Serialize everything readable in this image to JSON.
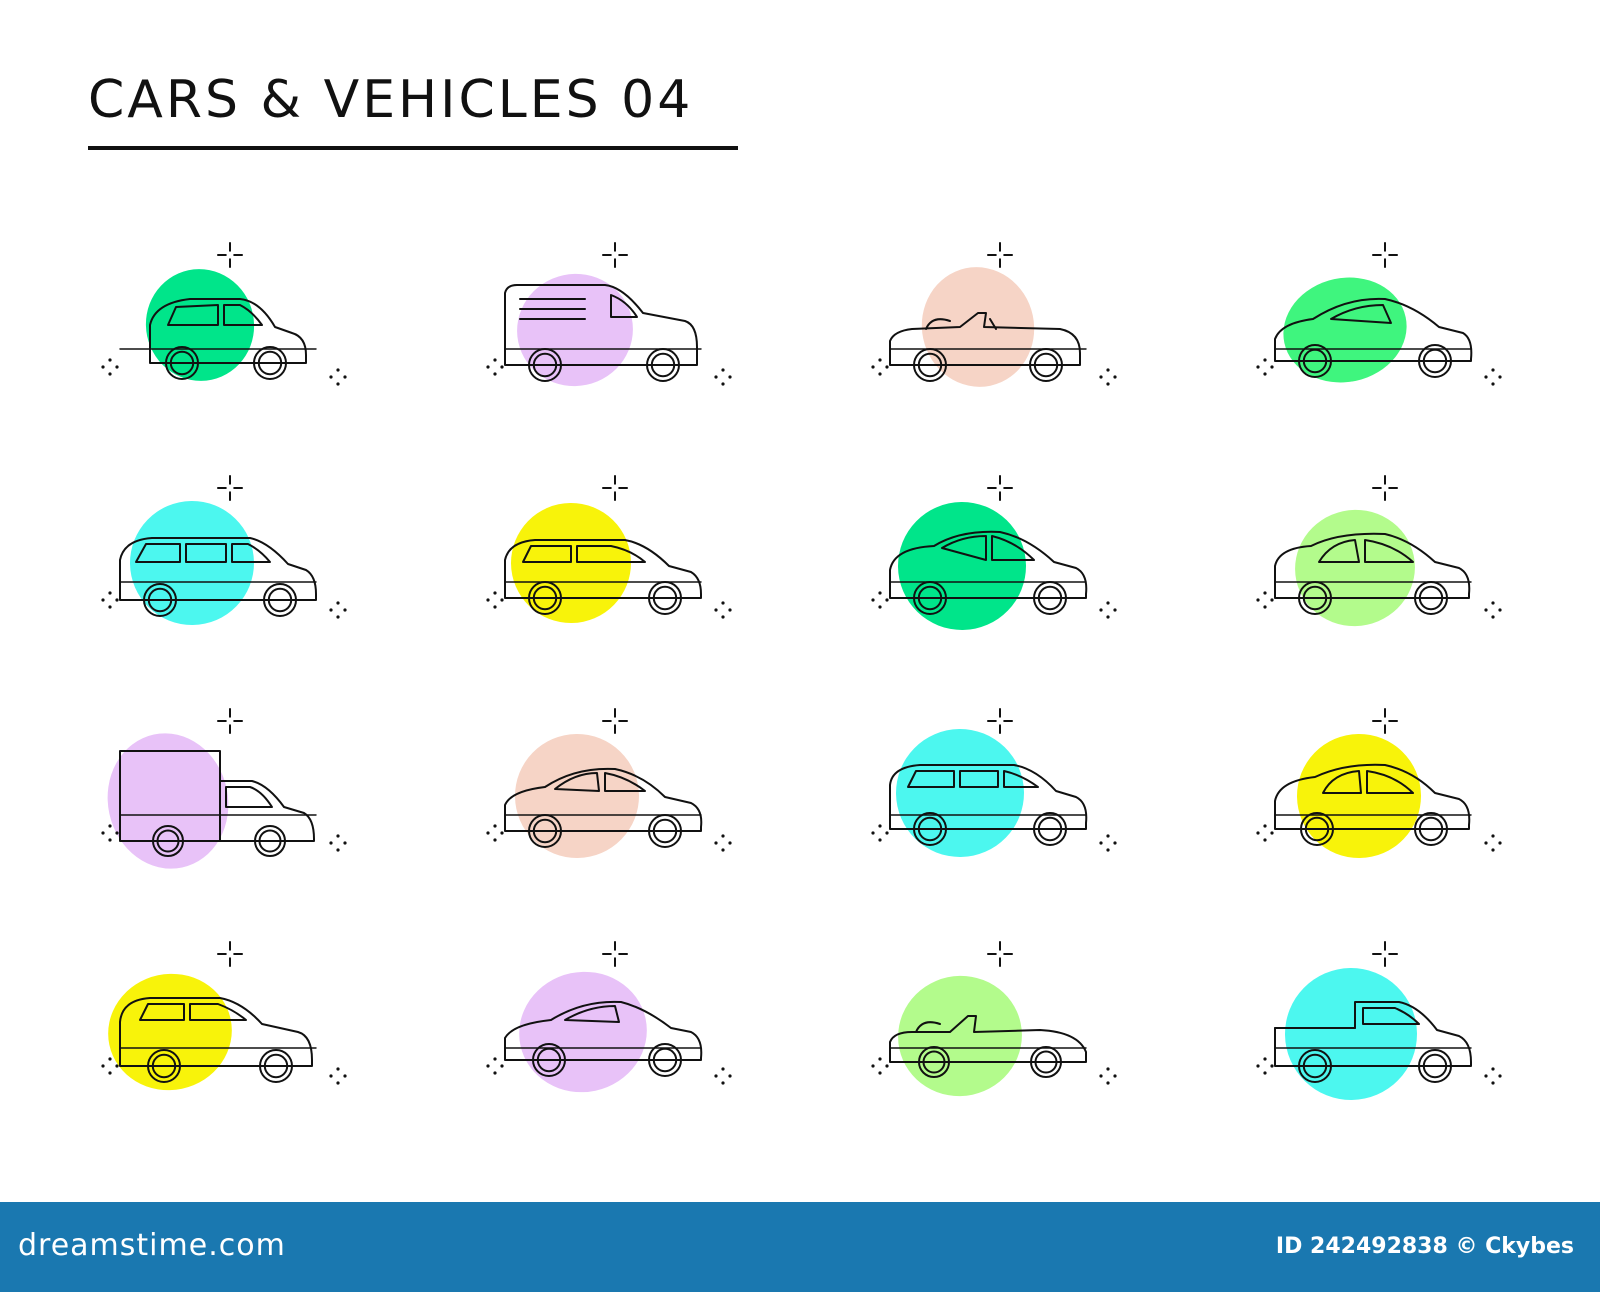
{
  "header": {
    "title": "CARS & VEHICLES 04"
  },
  "footer": {
    "brand": "dreamstime.com",
    "credit": "ID 242492838 © Ckybes"
  },
  "colors": {
    "green": "#00e58a",
    "lime": "#b3fb8c",
    "cyan": "#4cf7ef",
    "yellow": "#f8f30a",
    "lilac": "#e8c2f8",
    "peach": "#f6d4c6",
    "mint": "#3ff57e",
    "line": "#111111",
    "footer": "#1a78b0"
  },
  "icons": [
    {
      "vehicle": "hatchback-icon",
      "blob": "green"
    },
    {
      "vehicle": "delivery-van-icon",
      "blob": "lilac"
    },
    {
      "vehicle": "convertible-icon",
      "blob": "peach"
    },
    {
      "vehicle": "sports-coupe-icon",
      "blob": "mint"
    },
    {
      "vehicle": "station-wagon-icon",
      "blob": "cyan"
    },
    {
      "vehicle": "estate-car-icon",
      "blob": "yellow"
    },
    {
      "vehicle": "liftback-icon",
      "blob": "green"
    },
    {
      "vehicle": "compact-car-icon",
      "blob": "lime"
    },
    {
      "vehicle": "box-truck-icon",
      "blob": "lilac"
    },
    {
      "vehicle": "sedan-icon",
      "blob": "peach"
    },
    {
      "vehicle": "suv-icon",
      "blob": "cyan"
    },
    {
      "vehicle": "family-car-icon",
      "blob": "yellow"
    },
    {
      "vehicle": "city-car-icon",
      "blob": "yellow"
    },
    {
      "vehicle": "coupe-icon",
      "blob": "lilac"
    },
    {
      "vehicle": "roadster-icon",
      "blob": "lime"
    },
    {
      "vehicle": "pickup-truck-icon",
      "blob": "cyan"
    }
  ]
}
